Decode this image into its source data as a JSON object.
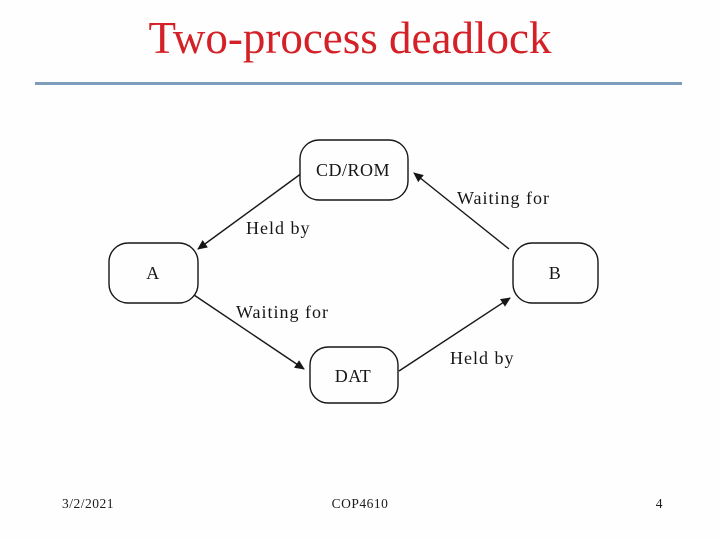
{
  "slide": {
    "title": "Two-process deadlock",
    "colors": {
      "title_red": "#d42127",
      "divider_blue": "#7e9dbc",
      "diagram_ink": "#161616"
    }
  },
  "diagram": {
    "type": "resource-allocation-graph",
    "nodes": {
      "top_resource": "CD/ROM",
      "left_process": "A",
      "right_process": "B",
      "bottom_resource": "DAT"
    },
    "edges": {
      "held_by_top": "Held by",
      "waiting_for_top": "Waiting for",
      "waiting_for_bottom": "Waiting for",
      "held_by_bottom": "Held by"
    },
    "relations": [
      {
        "from": "CD/ROM",
        "to": "A",
        "label": "Held by"
      },
      {
        "from": "B",
        "to": "CD/ROM",
        "label": "Waiting for"
      },
      {
        "from": "A",
        "to": "DAT",
        "label": "Waiting for"
      },
      {
        "from": "DAT",
        "to": "B",
        "label": "Held by"
      }
    ]
  },
  "footer": {
    "date": "3/2/2021",
    "course": "COP4610",
    "page_number": "4"
  }
}
